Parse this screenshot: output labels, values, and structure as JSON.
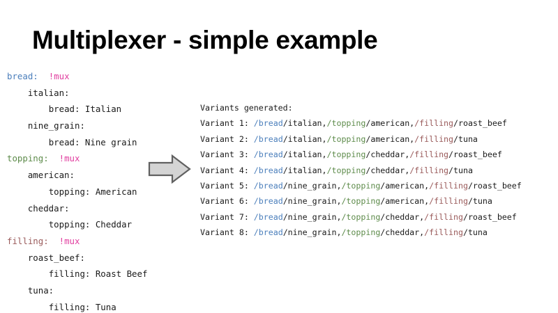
{
  "slide": {
    "title": "Multiplexer - simple example",
    "background_color": "#ffffff"
  },
  "colors": {
    "bread_token": "#4a7ebb",
    "topping_token": "#5d8b4a",
    "filling_token": "#9a5b5b",
    "mux_tag": "#e13fa0",
    "plain_text": "#1a1a1a",
    "arrow_fill": "#d4d4d4",
    "arrow_stroke": "#606060"
  },
  "yaml_source": {
    "lines": [
      {
        "indent": 0,
        "key": "bread:",
        "key_color_role": "bread",
        "tag": "!mux",
        "value": ""
      },
      {
        "indent": 1,
        "key": "italian:",
        "key_color_role": "plain",
        "tag": "",
        "value": ""
      },
      {
        "indent": 2,
        "key": "bread:",
        "key_color_role": "plain",
        "tag": "",
        "value": "Italian"
      },
      {
        "indent": 1,
        "key": "nine_grain:",
        "key_color_role": "plain",
        "tag": "",
        "value": ""
      },
      {
        "indent": 2,
        "key": "bread:",
        "key_color_role": "plain",
        "tag": "",
        "value": "Nine grain"
      },
      {
        "indent": 0,
        "key": "topping:",
        "key_color_role": "topping",
        "tag": "!mux",
        "value": ""
      },
      {
        "indent": 1,
        "key": "american:",
        "key_color_role": "plain",
        "tag": "",
        "value": ""
      },
      {
        "indent": 2,
        "key": "topping:",
        "key_color_role": "plain",
        "tag": "",
        "value": "American"
      },
      {
        "indent": 1,
        "key": "cheddar:",
        "key_color_role": "plain",
        "tag": "",
        "value": ""
      },
      {
        "indent": 2,
        "key": "topping:",
        "key_color_role": "plain",
        "tag": "",
        "value": "Cheddar"
      },
      {
        "indent": 0,
        "key": "filling:",
        "key_color_role": "filling",
        "tag": "!mux",
        "value": ""
      },
      {
        "indent": 1,
        "key": "roast_beef:",
        "key_color_role": "plain",
        "tag": "",
        "value": ""
      },
      {
        "indent": 2,
        "key": "filling:",
        "key_color_role": "plain",
        "tag": "",
        "value": "Roast Beef"
      },
      {
        "indent": 1,
        "key": "tuna:",
        "key_color_role": "plain",
        "tag": "",
        "value": ""
      },
      {
        "indent": 2,
        "key": "filling:",
        "key_color_role": "plain",
        "tag": "",
        "value": "Tuna"
      }
    ],
    "text_lines": [
      "bread: !mux",
      "    italian:",
      "        bread: Italian",
      "    nine_grain:",
      "        bread: Nine grain",
      "topping: !mux",
      "    american:",
      "        topping: American",
      "    cheddar:",
      "        topping: Cheddar",
      "filling: !mux",
      "    roast_beef:",
      "        filling: Roast Beef",
      "    tuna:",
      "        filling: Tuna"
    ]
  },
  "variants_panel": {
    "heading": "Variants generated:",
    "rows": [
      {
        "label": "Variant 1:",
        "bread": "italian",
        "topping": "american",
        "filling": "roast_beef"
      },
      {
        "label": "Variant 2:",
        "bread": "italian",
        "topping": "american",
        "filling": "tuna"
      },
      {
        "label": "Variant 3:",
        "bread": "italian",
        "topping": "cheddar",
        "filling": "roast_beef"
      },
      {
        "label": "Variant 4:",
        "bread": "italian",
        "topping": "cheddar",
        "filling": "tuna"
      },
      {
        "label": "Variant 5:",
        "bread": "nine_grain",
        "topping": "american",
        "filling": "roast_beef"
      },
      {
        "label": "Variant 6:",
        "bread": "nine_grain",
        "topping": "american",
        "filling": "tuna"
      },
      {
        "label": "Variant 7:",
        "bread": "nine_grain",
        "topping": "cheddar",
        "filling": "roast_beef"
      },
      {
        "label": "Variant 8:",
        "bread": "nine_grain",
        "topping": "cheddar",
        "filling": "tuna"
      }
    ],
    "path_tokens": {
      "bread": "/bread",
      "topping": "/topping",
      "filling": "/filling",
      "separator": ",",
      "slash": "/"
    }
  },
  "arrow": {
    "direction": "right",
    "icon_name": "right-block-arrow"
  }
}
